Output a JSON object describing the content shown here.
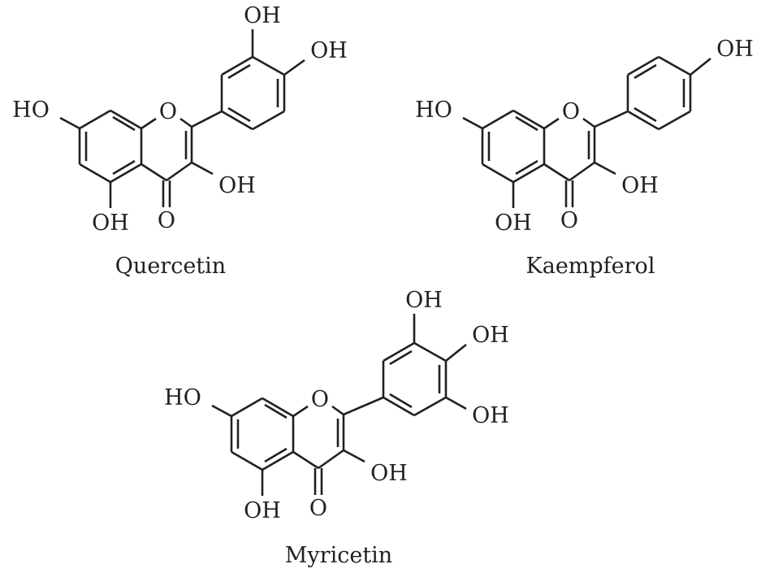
{
  "compounds": [
    {
      "name": "Quercetin",
      "labels": {
        "oh_7": "HO",
        "oh_5": "OH",
        "o_ring": "O",
        "o_keto": "O",
        "oh_3": "OH",
        "oh_3p": "OH",
        "oh_4p": "OH"
      }
    },
    {
      "name": "Kaempferol",
      "labels": {
        "oh_7": "HO",
        "oh_5": "OH",
        "o_ring": "O",
        "o_keto": "O",
        "oh_3": "OH",
        "oh_4p": "OH"
      }
    },
    {
      "name": "Myricetin",
      "labels": {
        "oh_7": "HO",
        "oh_5": "OH",
        "o_ring": "O",
        "o_keto": "O",
        "oh_3": "OH",
        "oh_3p": "OH",
        "oh_4p": "OH",
        "oh_5p": "OH"
      }
    }
  ]
}
